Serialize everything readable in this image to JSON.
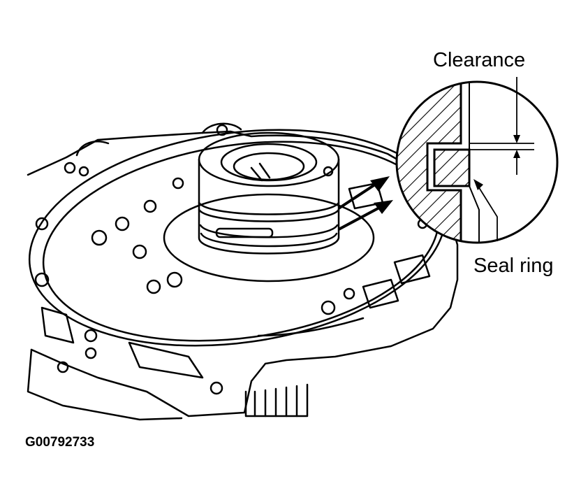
{
  "labels": {
    "clearance": "Clearance",
    "seal_ring": "Seal ring",
    "figure_id": "G00792733"
  },
  "colors": {
    "ink": "#000000",
    "paper": "#ffffff"
  }
}
